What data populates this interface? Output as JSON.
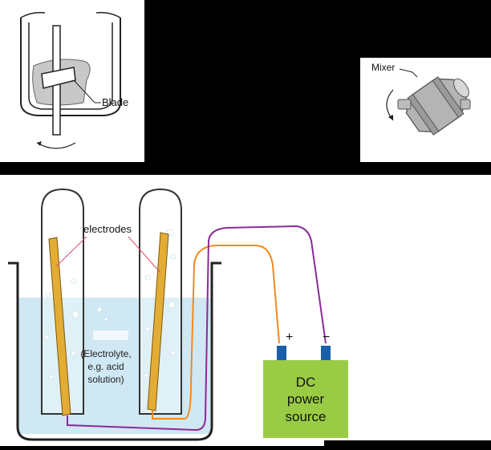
{
  "panels": {
    "blade_mixer": {
      "label": "Blade"
    },
    "drum_mixer": {
      "label": "Mixer"
    },
    "electrolysis": {
      "electrodes_label": "electrodes",
      "electrolyte_lines": [
        "(Electrolyte,",
        "e.g. acid",
        "solution)"
      ],
      "power_lines": [
        "DC",
        "power",
        "source"
      ],
      "plus_sign": "+",
      "minus_sign": "−"
    }
  },
  "colors": {
    "background": "#000000",
    "electrolyte": "#cfe8f3",
    "electrode": "#e3ac34",
    "power_box": "#99cc44",
    "terminal": "#1a5fa8",
    "wire_orange": "#f08a1e",
    "wire_purple": "#8a2a9a"
  }
}
